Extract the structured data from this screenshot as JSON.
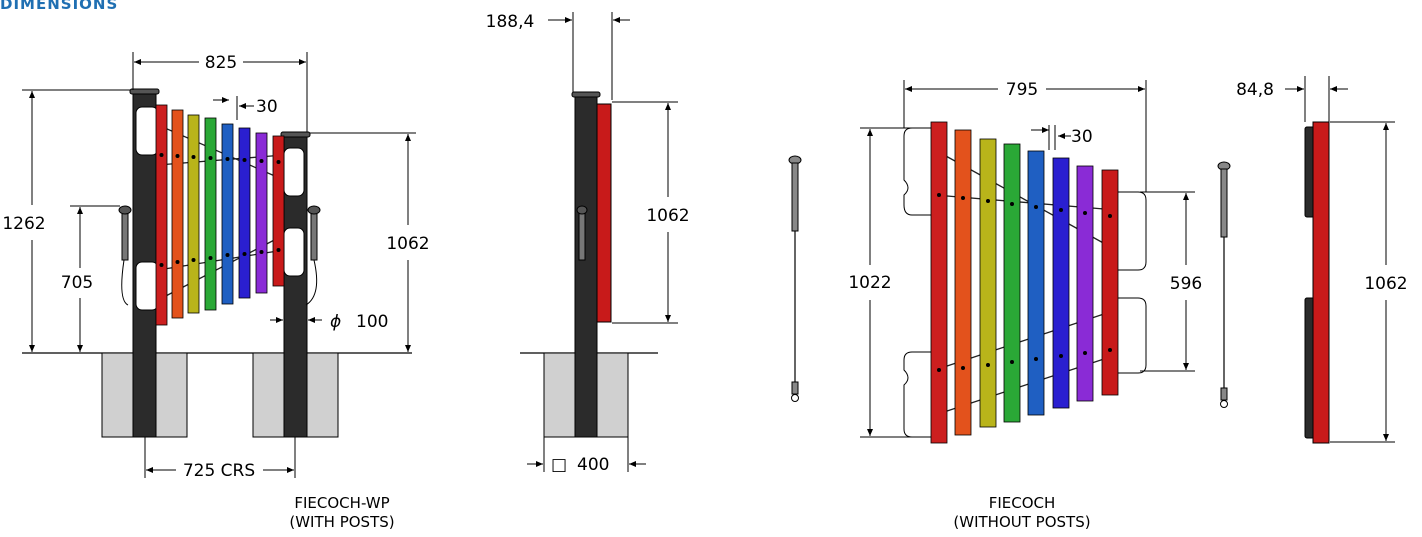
{
  "header": {
    "title": "DIMENSIONS"
  },
  "views": {
    "with_posts": {
      "caption_code": "FIECOCH-WP",
      "caption_note": "(WITH POSTS)",
      "dims": {
        "overall_width": "825",
        "bar_gap": "30",
        "overall_height": "1262",
        "handle_height": "705",
        "post_height": "1062",
        "post_diameter": "100",
        "post_centres": "725  CRS"
      },
      "diameter_symbol": "ϕ"
    },
    "side_with_posts": {
      "dims": {
        "depth": "188,4",
        "height": "1062",
        "footing": "400"
      },
      "square_symbol": "□"
    },
    "without_posts": {
      "caption_code": "FIECOCH",
      "caption_note": "(WITHOUT POSTS)",
      "dims": {
        "overall_width": "795",
        "bar_gap": "30",
        "overall_height": "1022",
        "bracket_height": "596"
      }
    },
    "side_without_posts": {
      "dims": {
        "depth": "84,8",
        "height": "1062"
      }
    }
  },
  "colors": {
    "bars": [
      "#cc1f1f",
      "#e3521c",
      "#b9b41a",
      "#2aa836",
      "#1f5fc2",
      "#2a1fd0",
      "#8a2bd6",
      "#c81a1a"
    ],
    "post": "#2b2b2b",
    "footing": "#d0d0d0",
    "dimension_line": "#000000",
    "header": "#1f6fb2"
  }
}
